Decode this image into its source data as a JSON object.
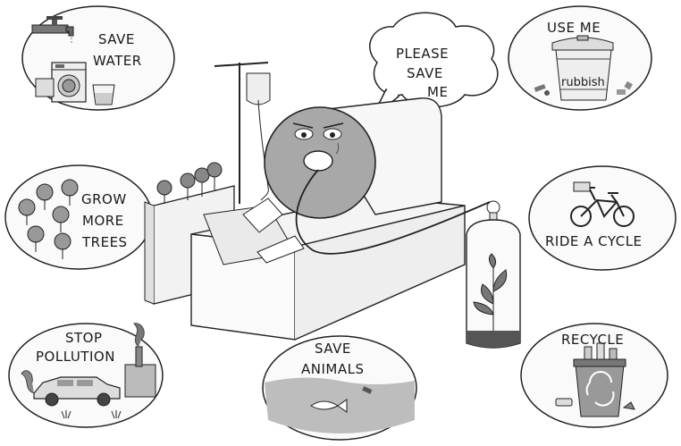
{
  "illustration": {
    "speech_bubble": [
      "PLEASE",
      "SAVE",
      "ME"
    ],
    "panels": {
      "save_water": [
        "SAVE",
        "WATER"
      ],
      "use_me": {
        "title": "USE ME",
        "bin_label": "rubbish"
      },
      "grow_trees": [
        "GROW",
        "MORE",
        "TREES"
      ],
      "ride_cycle": "RIDE A CYCLE",
      "stop_pollution": [
        "STOP",
        "POLLUTION"
      ],
      "save_animals": [
        "SAVE",
        "ANIMALS"
      ],
      "recycle": "RECYCLE"
    }
  }
}
